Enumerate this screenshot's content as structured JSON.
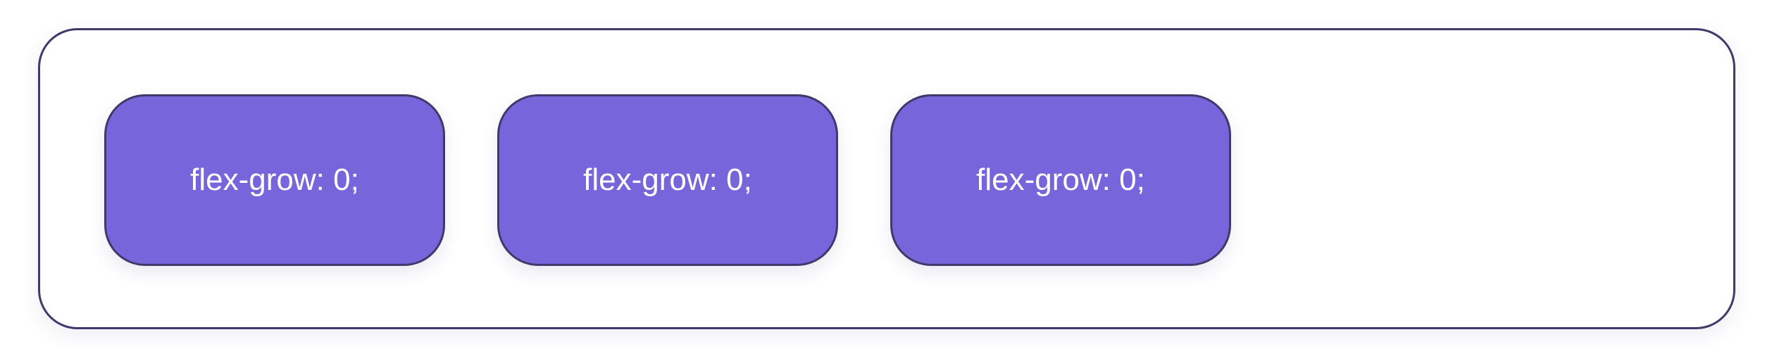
{
  "flex_container": {
    "items": [
      {
        "label": "flex-grow: 0;"
      },
      {
        "label": "flex-grow: 0;"
      },
      {
        "label": "flex-grow: 0;"
      }
    ]
  },
  "colors": {
    "item_fill": "#7665db",
    "border": "#3f3a6b",
    "text": "#ffffff",
    "background": "#ffffff"
  }
}
